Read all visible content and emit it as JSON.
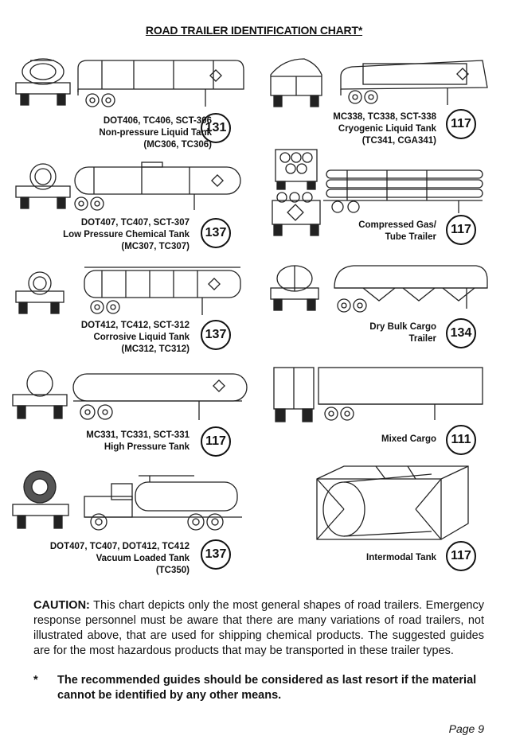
{
  "title": "ROAD TRAILER IDENTIFICATION CHART*",
  "trailers": [
    {
      "label_lines": [
        "DOT406, TC406, SCT-306",
        "Non-pressure Liquid Tank",
        "(MC306, TC306)"
      ],
      "guide": "131"
    },
    {
      "label_lines": [
        "MC338, TC338, SCT-338",
        "Cryogenic Liquid Tank",
        "(TC341, CGA341)"
      ],
      "guide": "117"
    },
    {
      "label_lines": [
        "DOT407, TC407, SCT-307",
        "Low Pressure Chemical Tank",
        "(MC307, TC307)"
      ],
      "guide": "137"
    },
    {
      "label_lines": [
        "Compressed Gas/",
        "Tube Trailer"
      ],
      "guide": "117"
    },
    {
      "label_lines": [
        "DOT412, TC412, SCT-312",
        "Corrosive Liquid Tank",
        "(MC312, TC312)"
      ],
      "guide": "137"
    },
    {
      "label_lines": [
        "Dry Bulk Cargo",
        "Trailer"
      ],
      "guide": "134"
    },
    {
      "label_lines": [
        "MC331, TC331, SCT-331",
        "High Pressure Tank"
      ],
      "guide": "117"
    },
    {
      "label_lines": [
        "Mixed Cargo"
      ],
      "guide": "111"
    },
    {
      "label_lines": [
        "DOT407, TC407, DOT412, TC412",
        "Vacuum Loaded Tank",
        "(TC350)"
      ],
      "guide": "137"
    },
    {
      "label_lines": [
        "Intermodal Tank"
      ],
      "guide": "117"
    }
  ],
  "caution": {
    "lead": "CAUTION:",
    "text": " This chart depicts only the most general shapes of road trailers. Emergency response personnel must be aware that there are many variations of road trailers, not illustrated above, that are used for shipping chemical products. The suggested guides are for the most hazardous products that may be transported in these trailer types."
  },
  "footnote": {
    "marker": "*",
    "text": "The recommended guides should be considered as last resort if the material cannot be identified by any other means."
  },
  "page_label": "Page 9"
}
